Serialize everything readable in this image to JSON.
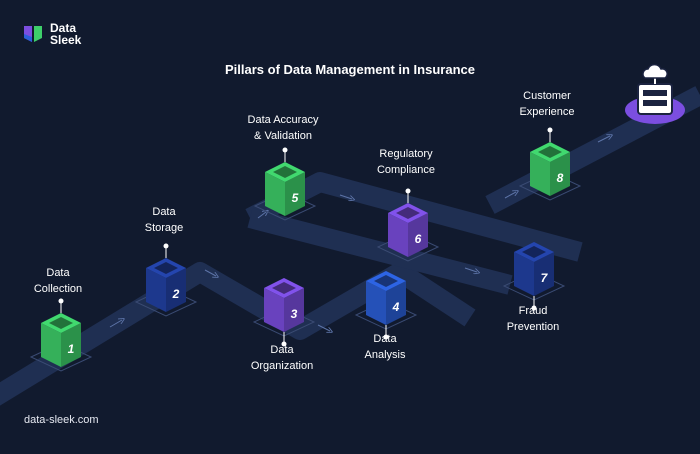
{
  "brand": {
    "name_line1": "Data",
    "name_line2": "Sleek"
  },
  "title": "Pillars of Data Management in Insurance",
  "footer": "data-sleek.com",
  "pillars": [
    {
      "number": "1",
      "label_line1": "Data",
      "label_line2": "Collection",
      "color": "#3ecf6a"
    },
    {
      "number": "2",
      "label_line1": "Data",
      "label_line2": "Storage",
      "color": "#2242a6"
    },
    {
      "number": "3",
      "label_line1": "Data",
      "label_line2": "Organization",
      "color": "#7b4ee0"
    },
    {
      "number": "4",
      "label_line1": "Data",
      "label_line2": "Analysis",
      "color": "#2b5fd9"
    },
    {
      "number": "5",
      "label_line1": "Data Accuracy",
      "label_line2": "& Validation",
      "color": "#3ecf6a"
    },
    {
      "number": "6",
      "label_line1": "Regulatory",
      "label_line2": "Compliance",
      "color": "#7b4ee0"
    },
    {
      "number": "7",
      "label_line1": "Fraud",
      "label_line2": "Prevention",
      "color": "#2242a6"
    },
    {
      "number": "8",
      "label_line1": "Customer",
      "label_line2": "Experience",
      "color": "#3ecf6a"
    }
  ],
  "colors": {
    "background": "#111a2e",
    "road": "#1f2f52",
    "accent": "#7b4ee0"
  },
  "icons": {
    "brand": "data-sleek-logo-icon",
    "goal": "cloud-server-icon"
  }
}
